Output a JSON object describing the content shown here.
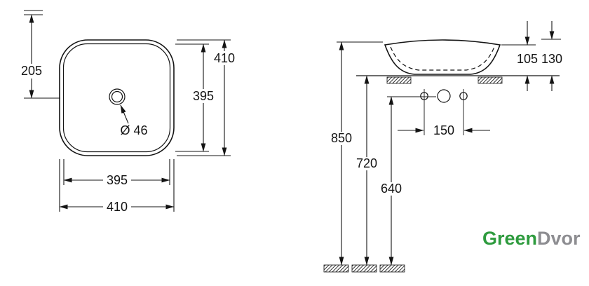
{
  "meta": {
    "kind": "technical-dimension-drawing",
    "subject": "countertop washbasin, top view and side view"
  },
  "top_view": {
    "center_from_top": "205",
    "outer_height": "410",
    "inner_height": "395",
    "inner_width": "395",
    "outer_width": "410",
    "drain_diameter": "Ø 46"
  },
  "side_view": {
    "rim_above_counter": "105",
    "basin_total_height": "130",
    "rim_height_from_floor": "850",
    "counter_height_from_floor": "720",
    "drain_height_from_floor": "640",
    "tap_hole_spacing": "150"
  },
  "logo": {
    "part1": "Green",
    "part2": "Dvor",
    "part1_color": "#2e9b3e",
    "part2_color": "#8d8d91"
  }
}
